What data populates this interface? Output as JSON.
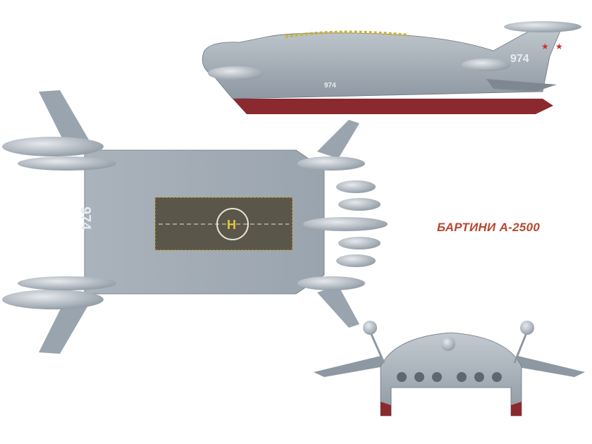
{
  "caption": "БАРТИНИ А-2500",
  "markings": {
    "side_tail_number": "974",
    "side_hull_number": "974",
    "top_number": "974"
  },
  "colors": {
    "hull": "#a9b2bb",
    "hull_dark": "#7f8892",
    "keel": "#8a2a2e",
    "deck": "#5a564a",
    "caption": "#b5482e",
    "star": "#c8332b"
  }
}
